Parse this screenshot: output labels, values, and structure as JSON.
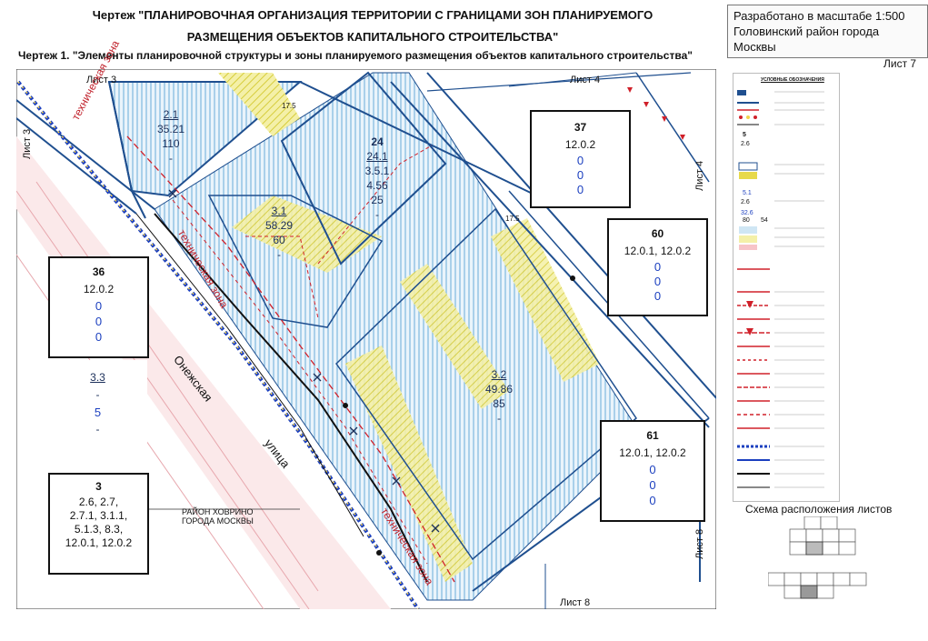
{
  "header": {
    "title_line1": "Чертеж \"ПЛАНИРОВОЧНАЯ ОРГАНИЗАЦИЯ ТЕРРИТОРИИ С ГРАНИЦАМИ ЗОН ПЛАНИРУЕМОГО",
    "title_line2": "РАЗМЕЩЕНИЯ ОБЪЕКТОВ КАПИТАЛЬНОГО СТРОИТЕЛЬСТВА\"",
    "scale_line1": "Разработано в масштабе 1:500",
    "scale_line2": "Головинский район города Москвы",
    "subtitle": "Чертеж 1. \"Элементы планировочной структуры и зоны планируемого размещения объектов капитального строительства\"",
    "sheet": "Лист 7"
  },
  "sheet_refs": {
    "top_left": "Лист 3",
    "top_right": "Лист 4",
    "left": "Лист 3",
    "right_top": "Лист 4",
    "right_bottom": "Лист 8",
    "bottom": "Лист 8"
  },
  "map": {
    "street_name_1": "Онежская",
    "street_name_2": "улица",
    "tech_zone": "техническая зона",
    "district": "РАЙОН ХОВРИНО\nГОРОДА МОСКВЫ",
    "dims": [
      "17.5",
      "17.5"
    ]
  },
  "boxes": {
    "b37": {
      "num": "37",
      "code": "12.0.2",
      "v": [
        "0",
        "0",
        "0"
      ]
    },
    "b60": {
      "num": "60",
      "code": "12.0.1, 12.0.2",
      "v": [
        "0",
        "0",
        "0"
      ]
    },
    "b36": {
      "num": "36",
      "code": "12.0.2",
      "v": [
        "0",
        "0",
        "0"
      ]
    },
    "b61": {
      "num": "61",
      "code": "12.0.1, 12.0.2",
      "v": [
        "0",
        "0",
        "0"
      ]
    },
    "b3": {
      "num": "3",
      "code": "2.6, 2.7,\n2.7.1, 3.1.1,\n5.1.3, 8.3,\n12.0.1, 12.0.2"
    }
  },
  "zones": {
    "z21": {
      "id": "2.1",
      "a": "35.21",
      "b": "110",
      "c": "-"
    },
    "z24": {
      "num": "24",
      "id": "24.1",
      "a": "3.5.1",
      "b": "4.56",
      "c": "25",
      "d": "-"
    },
    "z31": {
      "id": "3.1",
      "a": "58.29",
      "b": "60",
      "c": "-"
    },
    "z32": {
      "id": "3.2",
      "a": "49.86",
      "b": "85",
      "c": "-"
    },
    "z33": {
      "id": "3.3",
      "a": "-",
      "b": "5",
      "c": "-"
    }
  },
  "legend": {
    "heading": "УСЛОВНЫЕ ОБОЗНАЧЕНИЯ",
    "nums": [
      "5",
      "2.6",
      "5.1",
      "2.6",
      "32.6",
      "80",
      "54"
    ]
  },
  "scheme_title": "Схема расположения листов",
  "colors": {
    "blue_line": "#1f4f8f",
    "hatch": "#5aa3d6",
    "red": "#d0202a",
    "yellow": "#e8e05a"
  }
}
